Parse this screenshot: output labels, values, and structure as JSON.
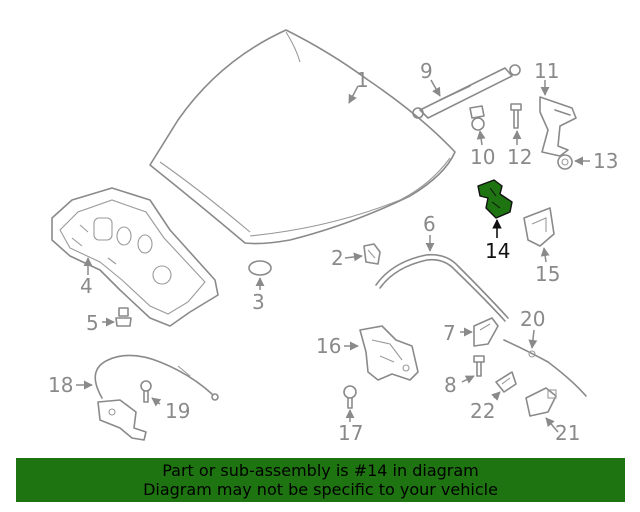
{
  "diagram": {
    "highlight_color": "#1d7410",
    "line_color": "#8a8a8a",
    "highlighted_part": "14",
    "callouts": [
      "1",
      "2",
      "3",
      "4",
      "5",
      "6",
      "7",
      "8",
      "9",
      "10",
      "11",
      "12",
      "13",
      "14",
      "15",
      "16",
      "17",
      "18",
      "19",
      "20",
      "21",
      "22"
    ]
  },
  "banner": {
    "background": "#1d7410",
    "line1": "Part or sub-assembly is #14 in diagram",
    "line2": "Diagram may not be specific to your vehicle"
  }
}
